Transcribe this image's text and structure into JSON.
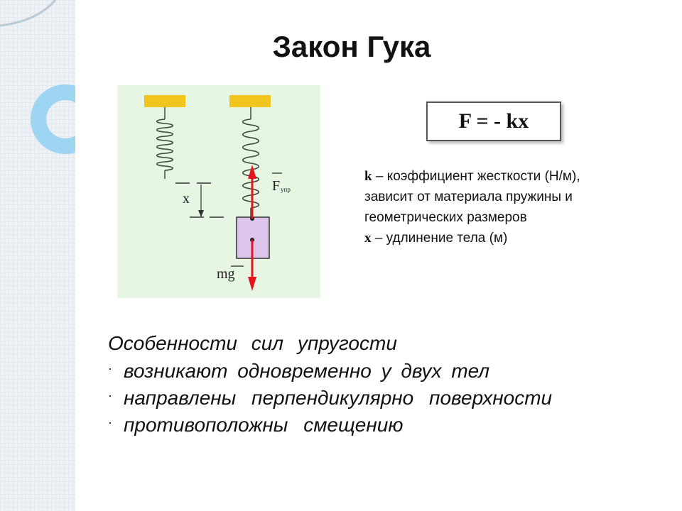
{
  "title": "Закон Гука",
  "formula": "F = - kx",
  "definitions": {
    "k_symbol": "k",
    "k_line1": " – коэффициент жесткости (Н/м),",
    "k_line2": "зависит от материала пружины и",
    "k_line3": "геометрических размеров",
    "x_symbol": "x",
    "x_line": " – удлинение тела (м)"
  },
  "diagram": {
    "label_x": "x",
    "label_force": "F",
    "label_force_sub": "упр",
    "label_weight": "mg"
  },
  "features": {
    "heading": "Особенности сил упругости",
    "items": [
      "возникают одновременно у двух тел",
      "направлены перпендикулярно поверхности",
      "противоположны смещению"
    ],
    "bullet": "·"
  },
  "colors": {
    "diagram_bg": "#e6f6e2",
    "support": "#f2c51c",
    "spring": "#3e4a3e",
    "weight_fill": "#dcc6ee",
    "arrow": "#e8141c",
    "deco_ring": "#8fd0f2"
  }
}
